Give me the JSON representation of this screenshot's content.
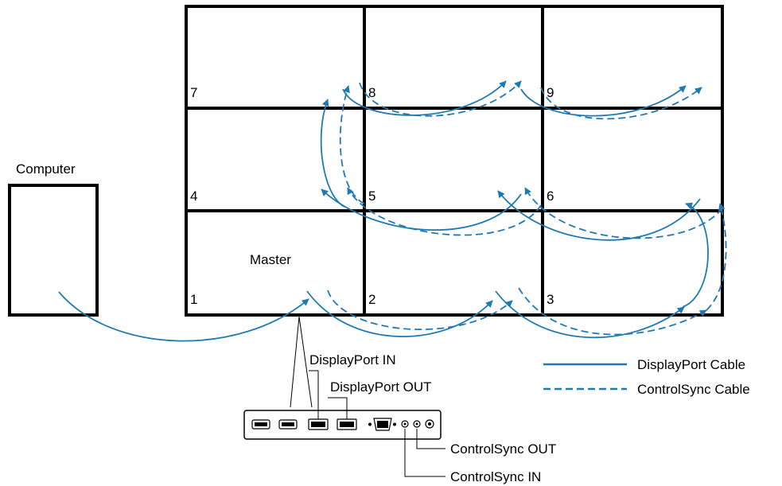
{
  "computer_label": "Computer",
  "master_label": "Master",
  "monitor_numbers": [
    "1",
    "2",
    "3",
    "4",
    "5",
    "6",
    "7",
    "8",
    "9"
  ],
  "port_labels": {
    "displayport_in": "DisplayPort IN",
    "displayport_out": "DisplayPort OUT",
    "controlsync_out": "ControlSync OUT",
    "controlsync_in": "ControlSync IN"
  },
  "legend": {
    "displayport_cable": "DisplayPort Cable",
    "controlsync_cable": "ControlSync Cable"
  },
  "colors": {
    "cable": "#1f7ab3",
    "frame": "#000000"
  }
}
